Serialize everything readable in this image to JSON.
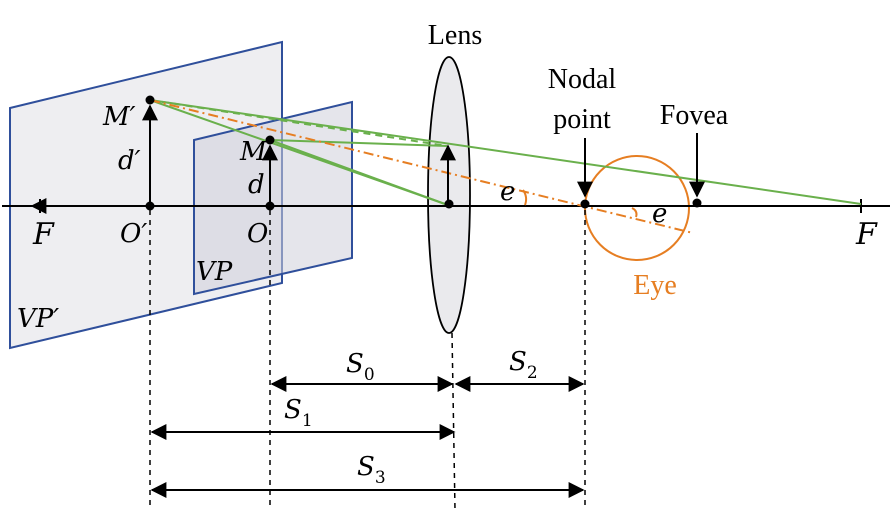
{
  "labels": {
    "lens": "Lens",
    "nodal_line1": "Nodal",
    "nodal_line2": "point",
    "fovea": "Fovea",
    "eye": "Eye",
    "M_prime": "M′",
    "M": "M",
    "d_prime": "d′",
    "d": "d",
    "F_left": "F",
    "F_right": "F",
    "O_prime": "O′",
    "O": "O",
    "VP": "VP",
    "VP_prime": "VP′",
    "e_lens": "e",
    "e_eye": "e",
    "S0_base": "S",
    "S0_sub": "0",
    "S1_base": "S",
    "S1_sub": "1",
    "S2_base": "S",
    "S2_sub": "2",
    "S3_base": "S",
    "S3_sub": "3"
  },
  "colors": {
    "axis": "#000000",
    "plane_stroke": "#2f4f9b",
    "plane_fill": "#d9d9e0",
    "ray": "#6ab04c",
    "eye": "#e67e22",
    "lens_fill": "#e6e6ea"
  }
}
